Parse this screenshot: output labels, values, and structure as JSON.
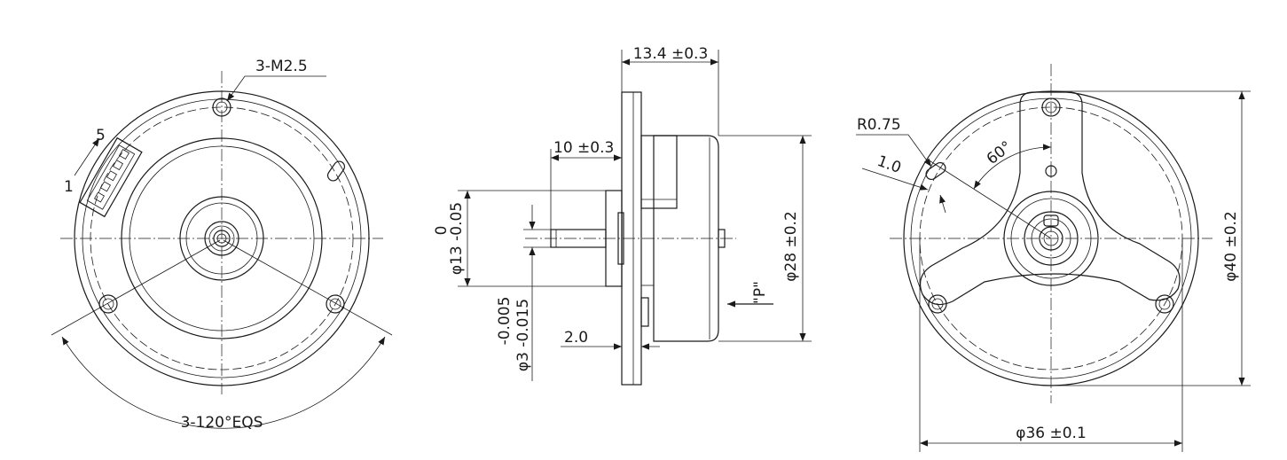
{
  "front_view": {
    "hole_callout": "3-M2.5",
    "pin_last": "5",
    "pin_first": "1",
    "angle_callout": "3-120°EQS"
  },
  "side_view": {
    "overall_length": "13.4 ±0.3",
    "shaft_length": "10 ±0.3",
    "flange_diameter_upper_tol": "0",
    "flange_diameter": "φ13 -0.05",
    "shaft_diameter_upper_tol": "-0.005",
    "shaft_diameter": "φ3 -0.015",
    "flange_thickness": "2.0",
    "view_marker": "\"P\"",
    "body_diameter": "φ28 ±0.2"
  },
  "rear_view": {
    "radius_callout": "R0.75",
    "width_callout": "1.0",
    "angle_callout": "60°",
    "outer_diameter": "φ40 ±0.2",
    "mount_diameter": "φ36 ±0.1"
  },
  "colors": {
    "line": "#1a1a1a",
    "background": "#ffffff"
  }
}
